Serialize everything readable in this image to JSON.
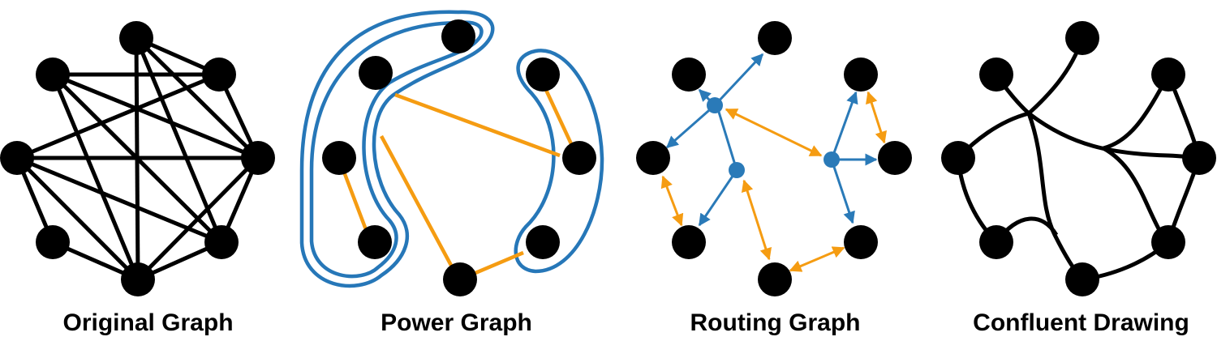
{
  "colors": {
    "node": "#000000",
    "edge": "#000000",
    "power_edge": "#f59c12",
    "module": "#2677b8",
    "route_edge": "#2a7ab8",
    "route_biedge": "#f59c12"
  },
  "panels": [
    {
      "caption": "Original Graph"
    },
    {
      "caption": "Power Graph"
    },
    {
      "caption": "Routing Graph"
    },
    {
      "caption": "Confluent Drawing"
    }
  ]
}
